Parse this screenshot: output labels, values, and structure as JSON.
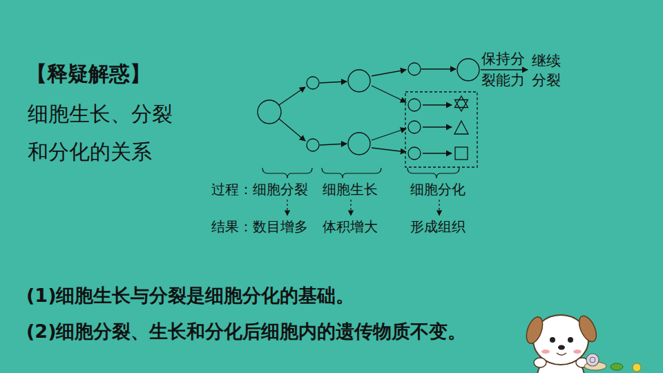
{
  "diagram": {
    "title": "细胞生长、分裂 和分化的关系",
    "labels": [
      "【释疑解惑】",
      "保持分 裂能力",
      "继续 分裂",
      "过程：细胞分裂",
      "细胞生长",
      "细胞分化",
      "结果：数目增多",
      "体积增大",
      "形成组织",
      "(1)细胞生长与分裂是细胞分化的基础。",
      "(2)细胞分裂、生长和分化后细胞内的遗传物质不变。"
    ]
  }
}
